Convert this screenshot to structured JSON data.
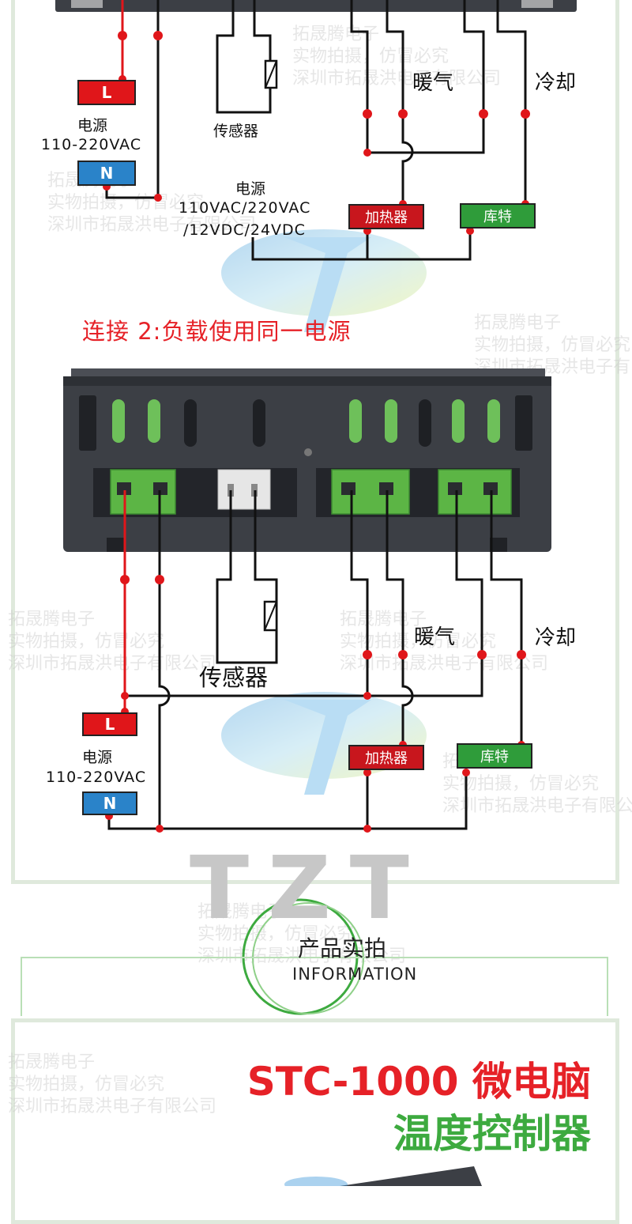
{
  "diagram1": {
    "power_label": "电源",
    "power_voltage": "110-220VAC",
    "L": "L",
    "N": "N",
    "sensor": "传感器",
    "heating": "暖气",
    "cooling": "冷却",
    "load_power_label": "电源",
    "load_power_v1": "110VAC/220VAC",
    "load_power_v2": "/12VDC/24VDC",
    "heater": "加热器",
    "compressor": "库特"
  },
  "section2_title": "连接 2:负载使用同一电源",
  "diagram2": {
    "power_label": "电源",
    "power_voltage": "110-220VAC",
    "L": "L",
    "N": "N",
    "sensor": "传感器",
    "heating": "暖气",
    "cooling": "冷却",
    "heater": "加热器",
    "compressor": "库特"
  },
  "brand_logo": "TZT",
  "info_badge": {
    "title": "产品实拍",
    "subtitle": "INFORMATION"
  },
  "product_title": {
    "line1": "STC-1000 微电脑",
    "line2": "温度控制器"
  },
  "watermark": {
    "line1": "拓晟腾电子",
    "line2": "实物拍摄，仿冒必究",
    "line3": "深圳市拓晟洪电子有限公司"
  },
  "colors": {
    "wire_red": "#e0161a",
    "wire_black": "#111111",
    "accent_red": "#e62127",
    "accent_green": "#3daa3f",
    "device_body": "#3c3f45",
    "terminal_green": "#5cb545"
  }
}
